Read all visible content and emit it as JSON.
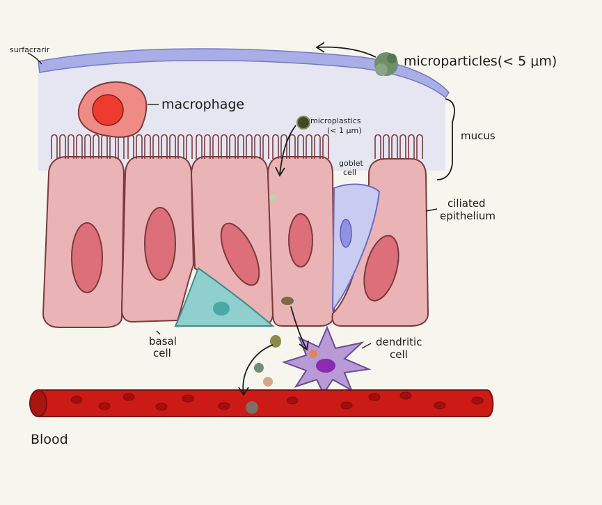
{
  "labels": {
    "surfactant": "surfacrarir",
    "microparticles_top": "microparticles(< 5 μm)",
    "macrophage": "macrophage",
    "microplastics_line1": "microplastics",
    "microplastics_line2": "(< 1 μm)",
    "mucus": "mucus",
    "goblet_line1": "goblet",
    "goblet_line2": "cell",
    "ciliated_line1": "ciliated",
    "ciliated_line2": "epithelium",
    "basal_line1": "basal",
    "basal_line2": "cell",
    "dendritic_line1": "dendritic",
    "dendritic_line2": "cell",
    "blood": "Blood"
  },
  "colors": {
    "background": "#f6f6ee",
    "mucus": "#e6e6f2",
    "surfactant": "#a9aee6",
    "epithelial_cell": "#eab3b6",
    "nucleus": "#dc6f79",
    "goblet_cell": "#c9cbf0",
    "basal_cell": "#8fd0cf",
    "macrophage": "#f08a84",
    "dendritic_cell": "#b89ad6",
    "blood_vessel": "#cc1a16",
    "red_blood_cell": "#a30e0c",
    "outline": "#7a3a3c"
  }
}
